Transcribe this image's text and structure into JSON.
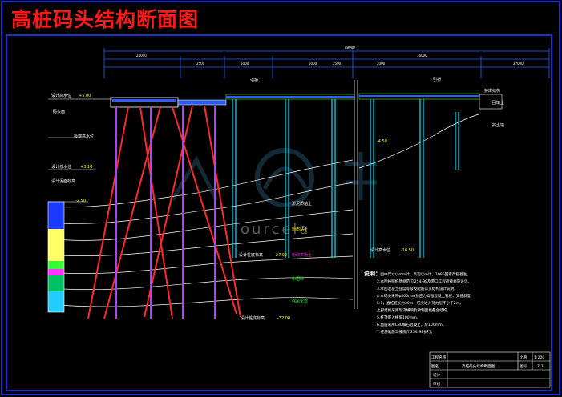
{
  "title": "高桩码头结构断面图",
  "colors": {
    "frame": "#1a2fd6",
    "title": "#ff1a1a",
    "pile": "#00e5ff",
    "raked_pile": "#ff2a2a",
    "purple_pile": "#b040ff",
    "soil_line": "#ffffff",
    "deck": "#2a5cff",
    "text": "#ffffff"
  },
  "watermark": {
    "text": "ourcela",
    "icon": "logo-watermark-icon"
  },
  "labels": {
    "design_high_water": "设计高水位",
    "wharf_deck": "码头面",
    "extreme_high_water": "极端高水位",
    "design_low_water": "设计低水位",
    "mudline": "设计泥面标高",
    "pile_tip": "设计桩底标高",
    "pile_tip_2": "设计桩底标高",
    "access_bridge_left": "引桥",
    "access_bridge_right": "引桥",
    "backfill": "回填土",
    "revetment": "护岸结构",
    "retaining": "挡土墙"
  },
  "elevations": {
    "e1": "+5.00",
    "e2": "+3.10",
    "e3": "-2.50",
    "e4": "-4.50",
    "e5": "-27.00",
    "e6": "-32.00",
    "e7": "-16.50"
  },
  "soil_legend": [
    {
      "text": "淤泥质粘土",
      "color": "#ffffff"
    },
    {
      "text": "粉质粘土",
      "color": "#ffff00"
    },
    {
      "text": "粉砂夹粉土",
      "color": "#ff33ff"
    },
    {
      "text": "中粗砂",
      "color": "#33ff33"
    },
    {
      "text": "强风化岩",
      "color": "#33ff33"
    }
  ],
  "notes": {
    "heading": "说明：",
    "lines": [
      "1.图中尺寸以mm计，高程以m计，1985国家高程基准。",
      "2.本图按照桩基规范JTJ254-98及港口工程荷载规范设计。",
      "3.本图混凝土强度等级及配筋详见结构设计说明。",
      "4.本码头采用φ800mm预应力高强混凝土管桩，叉桩斜度",
      "  5:1，直桩桩长约30m，桩尖进入持力层不小于2m。",
      "  上部结构采用现浇横梁及预制面板叠合结构。",
      "5.桩顶嵌入横梁100mm。",
      "6.面层采用C30细石混凝土，厚100mm。",
      "7.桩基础施工按照JTJ254-98执行。"
    ]
  },
  "title_block": {
    "rows": [
      {
        "left": "工程名称",
        "right": "比例",
        "value": "1:200"
      },
      {
        "left": "图名",
        "mid": "高桩码头结构断面图",
        "right": "图号",
        "value": "7-3"
      },
      {
        "left": "设计",
        "right": "",
        "value": ""
      },
      {
        "left": "审核",
        "right": "",
        "value": ""
      }
    ]
  },
  "dimensions": {
    "top": [
      "24000",
      "2500",
      "5000",
      "5000",
      "2500",
      "2000",
      "16000",
      "22000"
    ],
    "overall": "88000"
  }
}
